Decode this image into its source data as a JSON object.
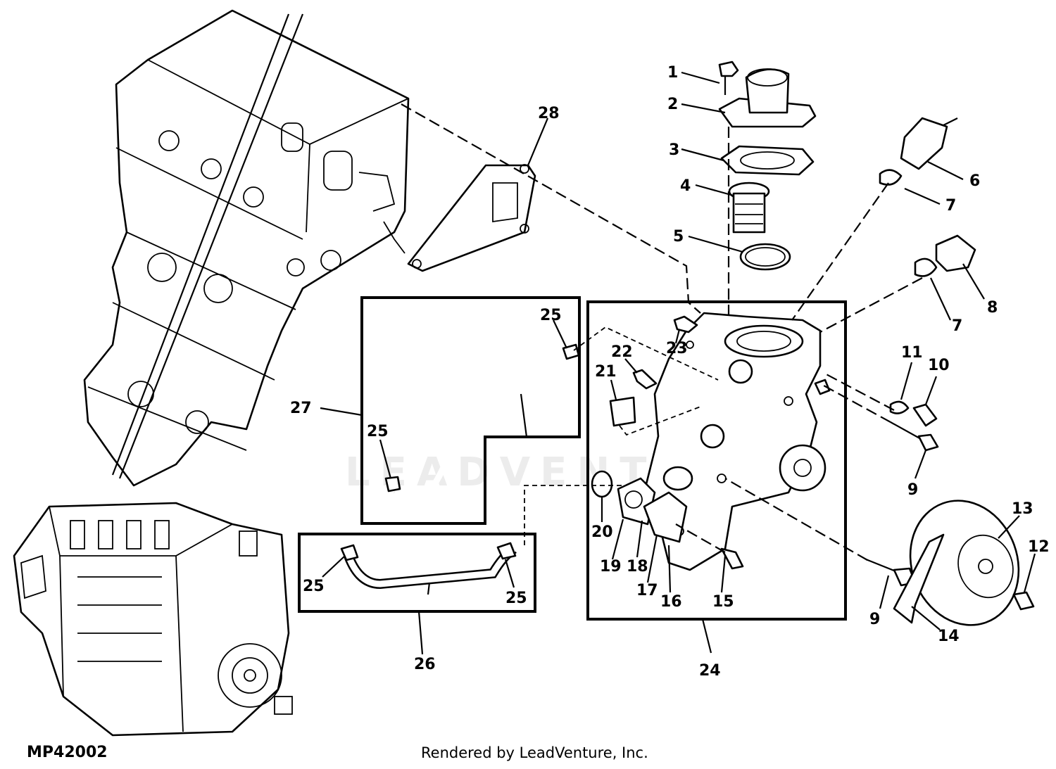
{
  "figure_code": "MP42002",
  "render_credit": "Rendered by LeadVenture, Inc.",
  "watermark": "LEADVENTURE",
  "callouts": {
    "c1": "1",
    "c2": "2",
    "c3": "3",
    "c4": "4",
    "c5": "5",
    "c6": "6",
    "c7a": "7",
    "c7b": "7",
    "c8": "8",
    "c9a": "9",
    "c9b": "9",
    "c10": "10",
    "c11": "11",
    "c12": "12",
    "c13": "13",
    "c14": "14",
    "c15": "15",
    "c16": "16",
    "c17": "17",
    "c18": "18",
    "c19": "19",
    "c20": "20",
    "c21": "21",
    "c22": "22",
    "c23": "23",
    "c24": "24",
    "c25a": "25",
    "c25b": "25",
    "c25c": "25",
    "c25d": "25",
    "c26": "26",
    "c27": "27",
    "c28": "28"
  }
}
